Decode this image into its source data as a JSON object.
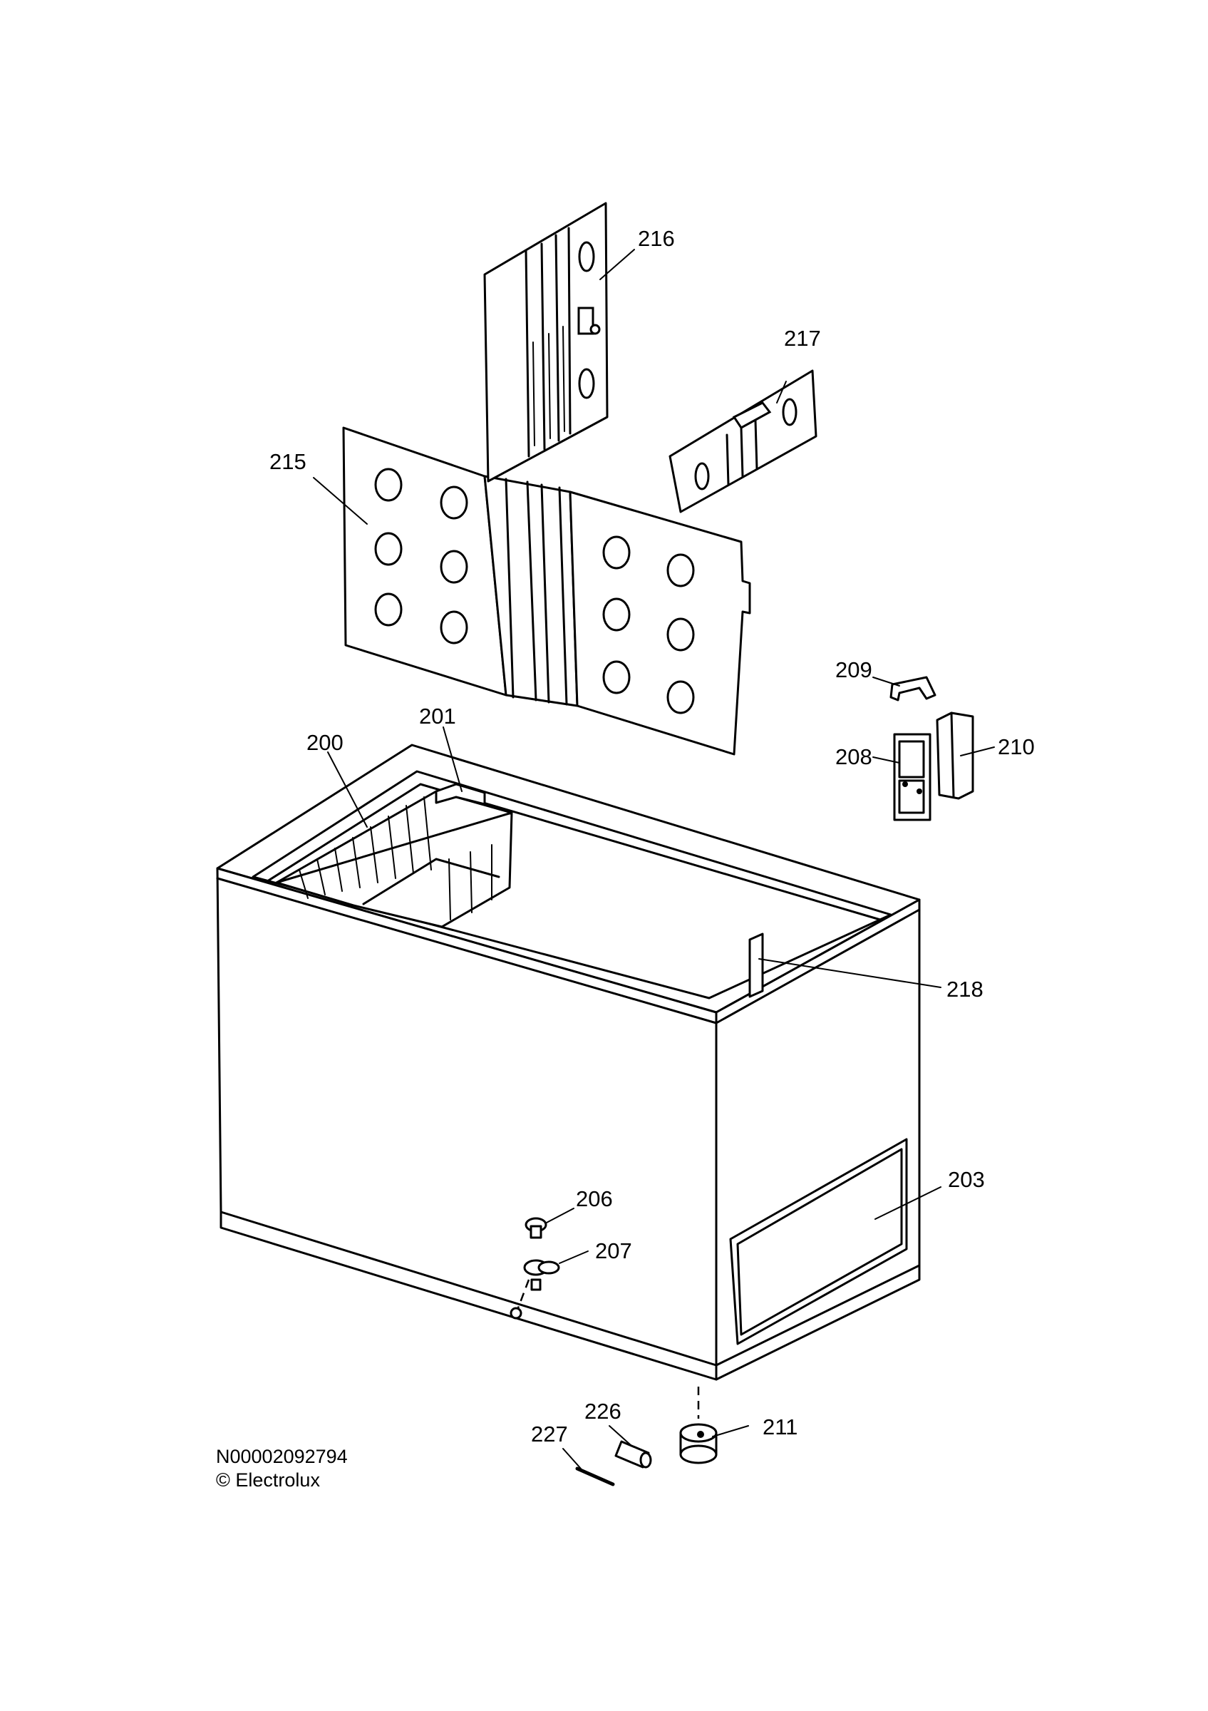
{
  "callouts": [
    {
      "id": "216",
      "label": "216"
    },
    {
      "id": "217",
      "label": "217"
    },
    {
      "id": "215",
      "label": "215"
    },
    {
      "id": "209",
      "label": "209"
    },
    {
      "id": "201",
      "label": "201"
    },
    {
      "id": "200",
      "label": "200"
    },
    {
      "id": "210",
      "label": "210"
    },
    {
      "id": "208",
      "label": "208"
    },
    {
      "id": "218",
      "label": "218"
    },
    {
      "id": "203",
      "label": "203"
    },
    {
      "id": "206",
      "label": "206"
    },
    {
      "id": "207",
      "label": "207"
    },
    {
      "id": "226",
      "label": "226"
    },
    {
      "id": "211",
      "label": "211"
    },
    {
      "id": "227",
      "label": "227"
    }
  ],
  "footer": {
    "drawing_number": "N00002092794",
    "copyright": "© Electrolux"
  }
}
